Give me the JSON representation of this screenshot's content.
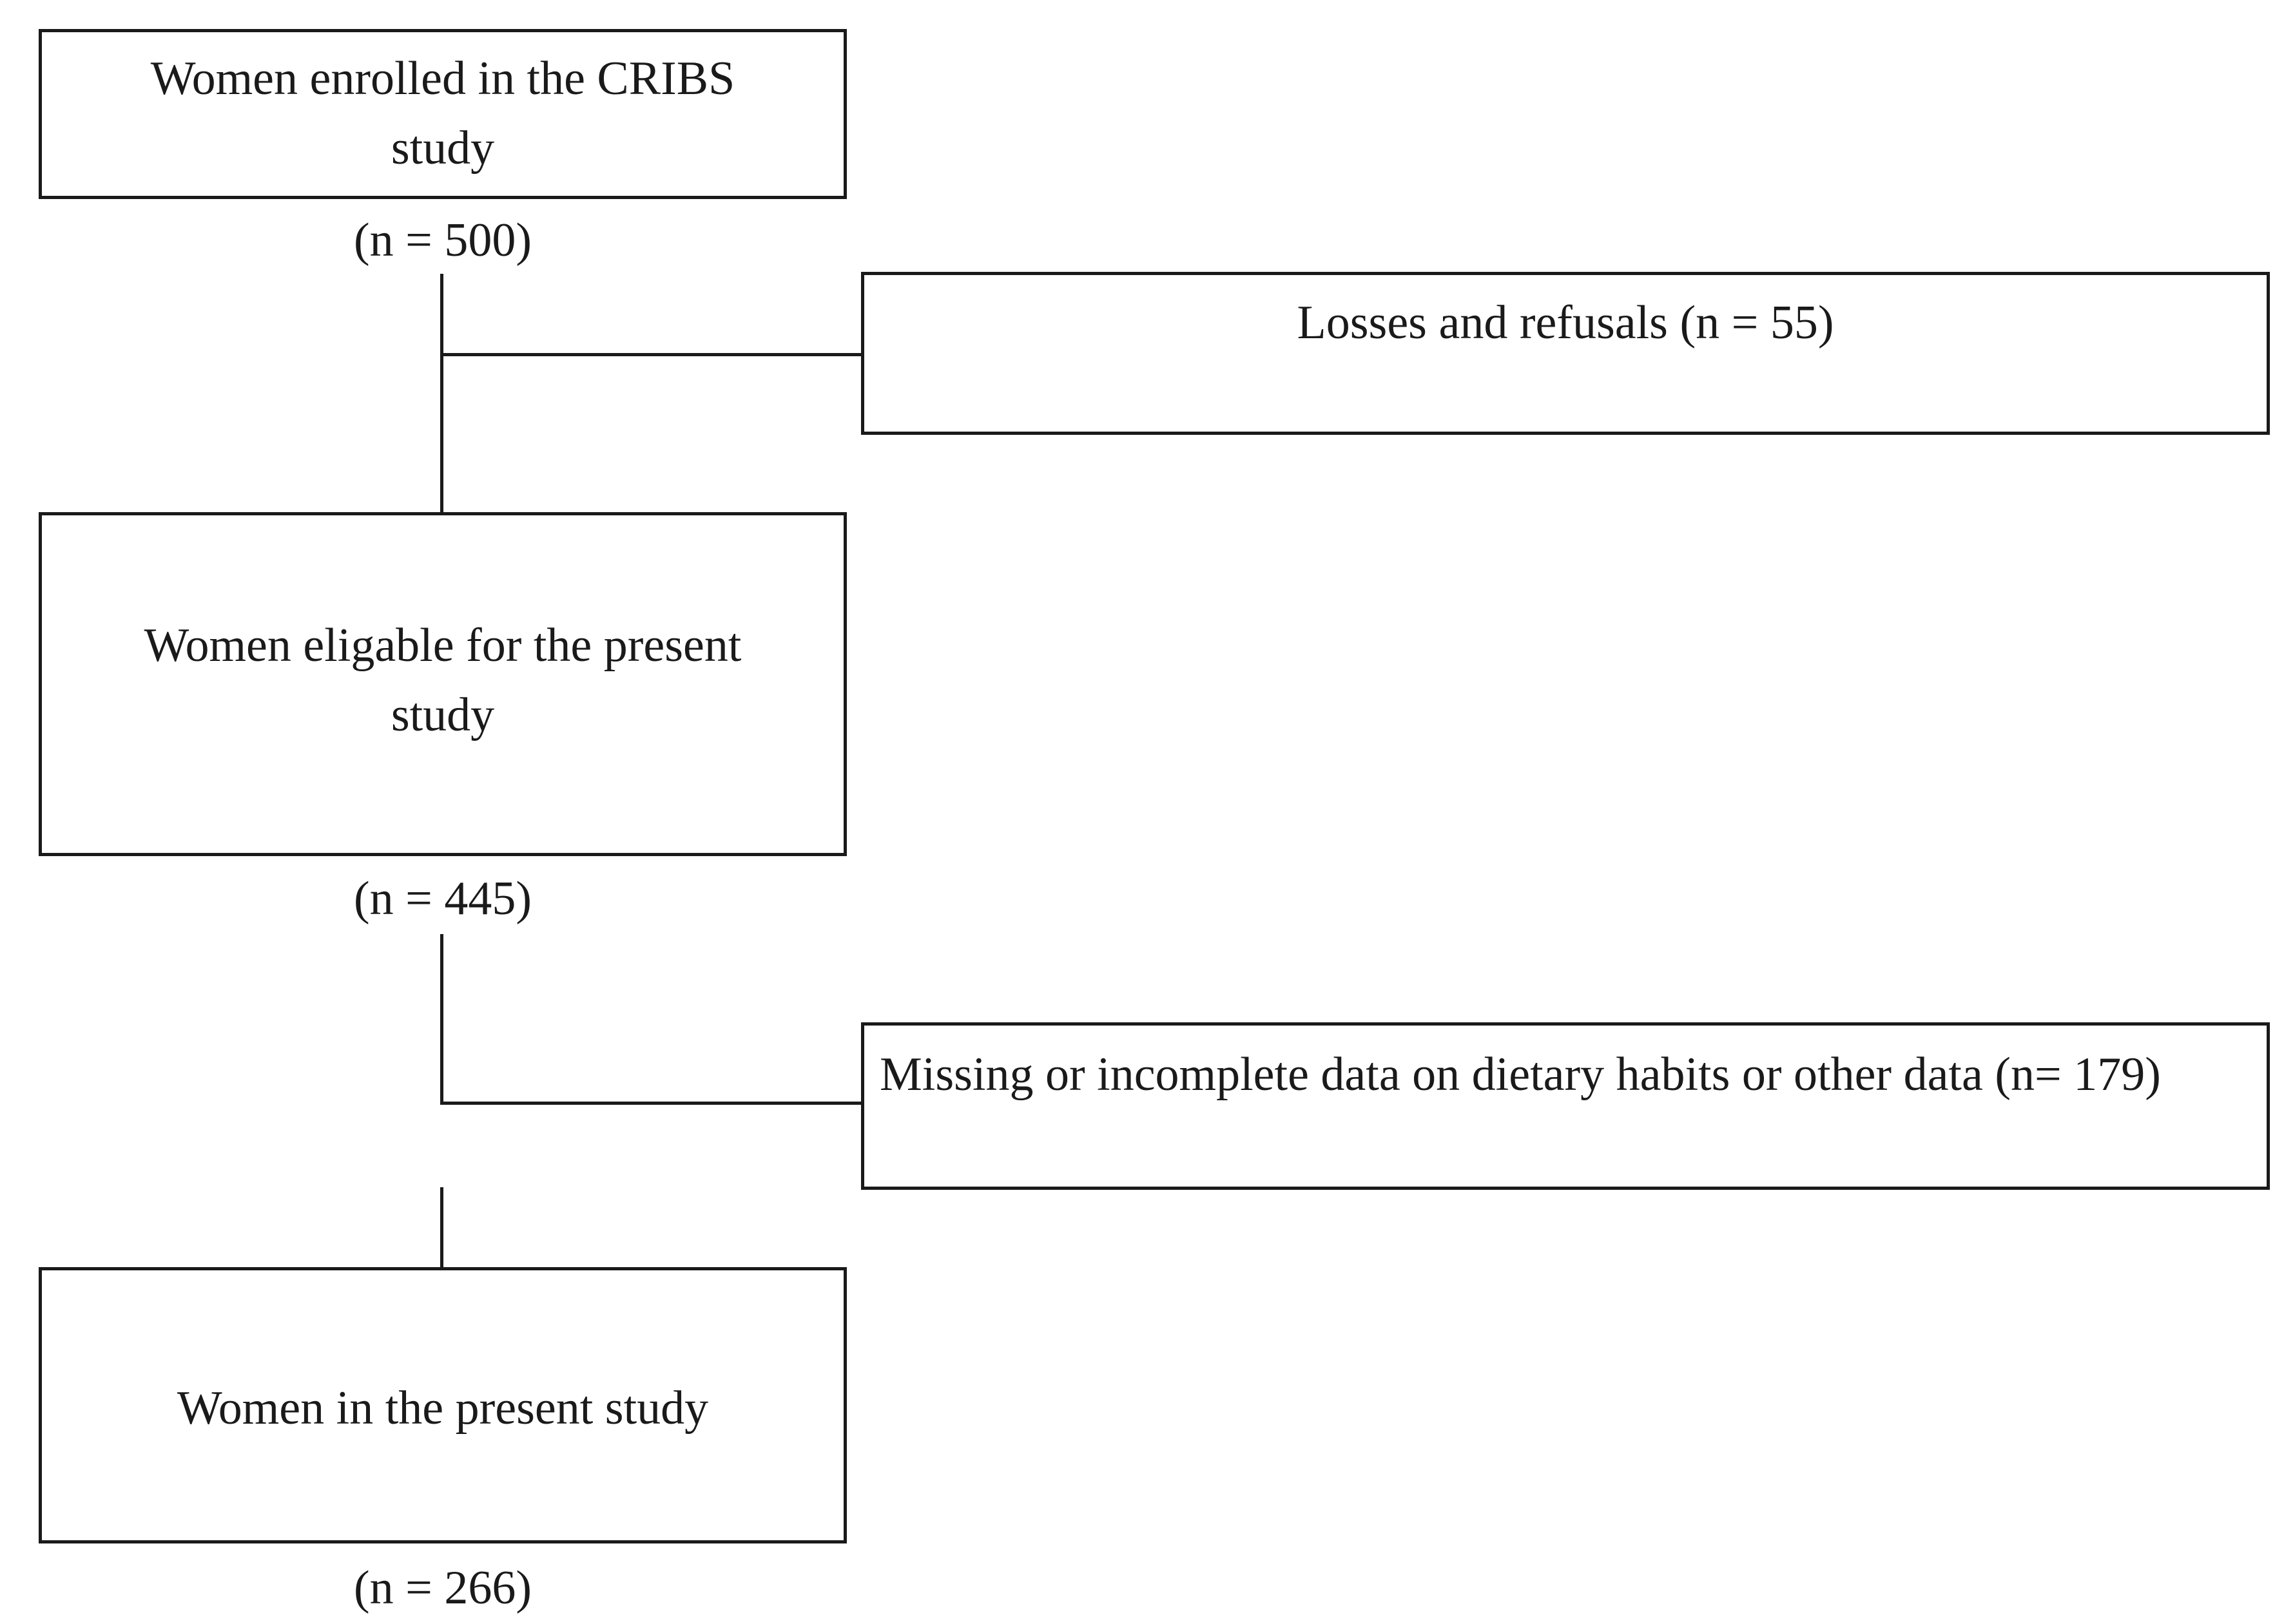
{
  "nodes": {
    "enrolled": {
      "label": "Women enrolled in the CRIBS study",
      "count": "(n = 500)"
    },
    "losses": {
      "label": "Losses and refusals (n = 55)"
    },
    "eligible": {
      "label": "Women eligable for the present study",
      "count": "(n = 445)"
    },
    "missing": {
      "label": "Missing or incomplete data on dietary habits or other data (n= 179)"
    },
    "final": {
      "label": "Women in the present study",
      "count": "(n = 266)"
    }
  },
  "edges": [
    {
      "from": "enrolled",
      "to": "eligible"
    },
    {
      "from": "enrolled",
      "to": "losses"
    },
    {
      "from": "eligible",
      "to": "final"
    },
    {
      "from": "eligible",
      "to": "missing"
    }
  ],
  "colors": {
    "stroke": "#1a1a1a",
    "background": "#ffffff"
  }
}
